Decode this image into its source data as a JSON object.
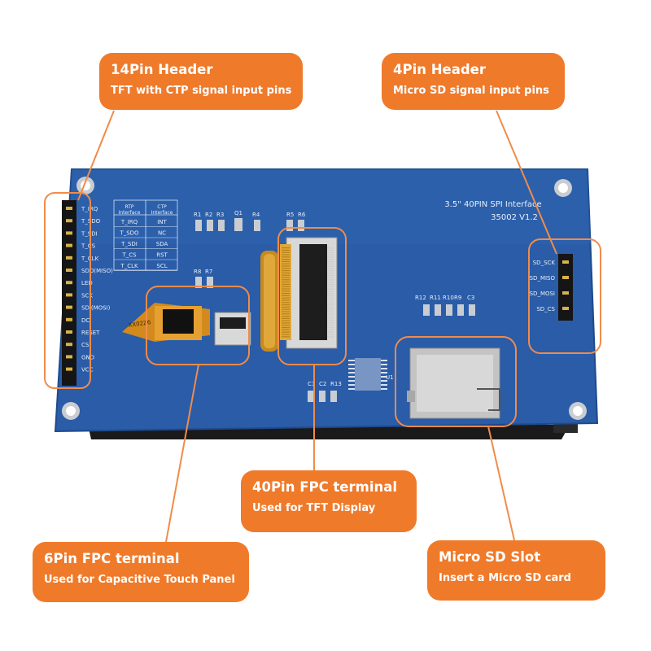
{
  "callouts": {
    "pin14": {
      "title": "14Pin Header",
      "subtitle": "TFT with CTP signal input pins"
    },
    "pin4": {
      "title": "4Pin Header",
      "subtitle": "Micro SD signal input pins"
    },
    "fpc40": {
      "title": "40Pin FPC terminal",
      "subtitle": "Used for TFT Display"
    },
    "fpc6": {
      "title": "6Pin FPC terminal",
      "subtitle": "Used for Capacitive Touch Panel"
    },
    "sdslot": {
      "title": "Micro SD Slot",
      "subtitle": "Insert a Micro SD card"
    }
  },
  "board": {
    "title_line": "3.5\"  40PIN SPI Interface",
    "model_line": "35002  V1.2",
    "left_pins": [
      "T_IRQ",
      "T_SDO",
      "T_SDI",
      "T_CS",
      "T_CLK",
      "SDO(MISO)",
      "LED",
      "SCK",
      "SDI(MOSI)",
      "DC",
      "RESET",
      "CS",
      "GND",
      "VCC"
    ],
    "pin_table": {
      "header_rtp": "RTP\nInterface",
      "header_ctp": "CTP\nInterface",
      "rows": [
        [
          "T_IRQ",
          "INT"
        ],
        [
          "T_SDO",
          "NC"
        ],
        [
          "T_SDI",
          "SDA"
        ],
        [
          "T_CS",
          "RST"
        ],
        [
          "T_CLK",
          "SCL"
        ]
      ]
    },
    "sd_pins": [
      "SD_SCK",
      "SD_MISO",
      "SD_MOSI",
      "SD_CS"
    ],
    "ref_labels": {
      "r1": "R1",
      "r2": "R2",
      "r3": "R3",
      "q1": "Q1",
      "r4": "R4",
      "r5": "R5",
      "r6": "R6",
      "r7": "R7",
      "r8": "R8",
      "r9": "R9",
      "r10": "R10",
      "r11": "R11",
      "r12": "R12",
      "r13": "R13",
      "c1": "C1",
      "c2": "C2",
      "c3": "C3",
      "u1": "U1"
    },
    "fpc6_marking": "XX02Z6"
  },
  "colors": {
    "pcb": "#2a5ca8",
    "callout": "#ef7a2a",
    "highlight": "#f08c4a"
  }
}
